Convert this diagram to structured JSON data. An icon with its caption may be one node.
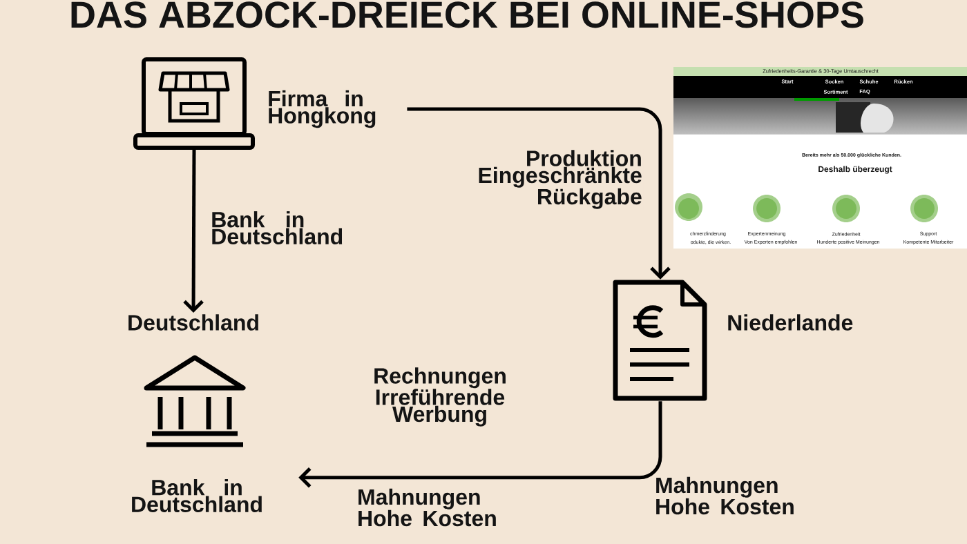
{
  "diagram": {
    "title": "DAS ABZOCK-DREIECK BEI ONLINE-SHOPS",
    "nodes": [
      {
        "text": [],
        "shape": "picture"
      },
      {
        "text": [
          "Firma in Hongkong"
        ]
      },
      {
        "text": [
          "Deutschland"
        ]
      },
      {
        "text": [],
        "shape": "picture"
      },
      {
        "text": [
          "Bank in Deutschland"
        ]
      },
      {
        "text": [],
        "shape": "picture"
      },
      {
        "text": [
          "Niederlande"
        ]
      }
    ],
    "edges": [
      {
        "from": 0,
        "to": 2,
        "arrow": "to",
        "label": "Bank in Deutschland"
      },
      {
        "from": 1,
        "to": 5,
        "arrow": "to",
        "label": "Produktion Eingeschränkte Rückgabe"
      },
      {
        "from": 5,
        "to": 4,
        "arrow": "to",
        "label": "Rechnungen Irreführende Werbung"
      }
    ],
    "labels": [
      "Zufriedenheits-Garantie & 30-Tage Umtauschrecht",
      "Start",
      "Socken",
      "Schuhe",
      "Rücken",
      "Sortiment",
      "FAQ",
      "Bereits mehr als 50.000 glückliche Kunden.",
      "Deshalb überzeugt",
      "chmerzlinderung",
      "odukte, die wirken.",
      "Expertenmeinung",
      "Von Experten empfohlen",
      "Zufriedenheit",
      "Hunderte positive Meinungen",
      "Support",
      "Kompetente Mitarbeiter",
      "Mahnungen Hohe Kosten",
      "Mahnungen Hohe Kosten"
    ]
  }
}
